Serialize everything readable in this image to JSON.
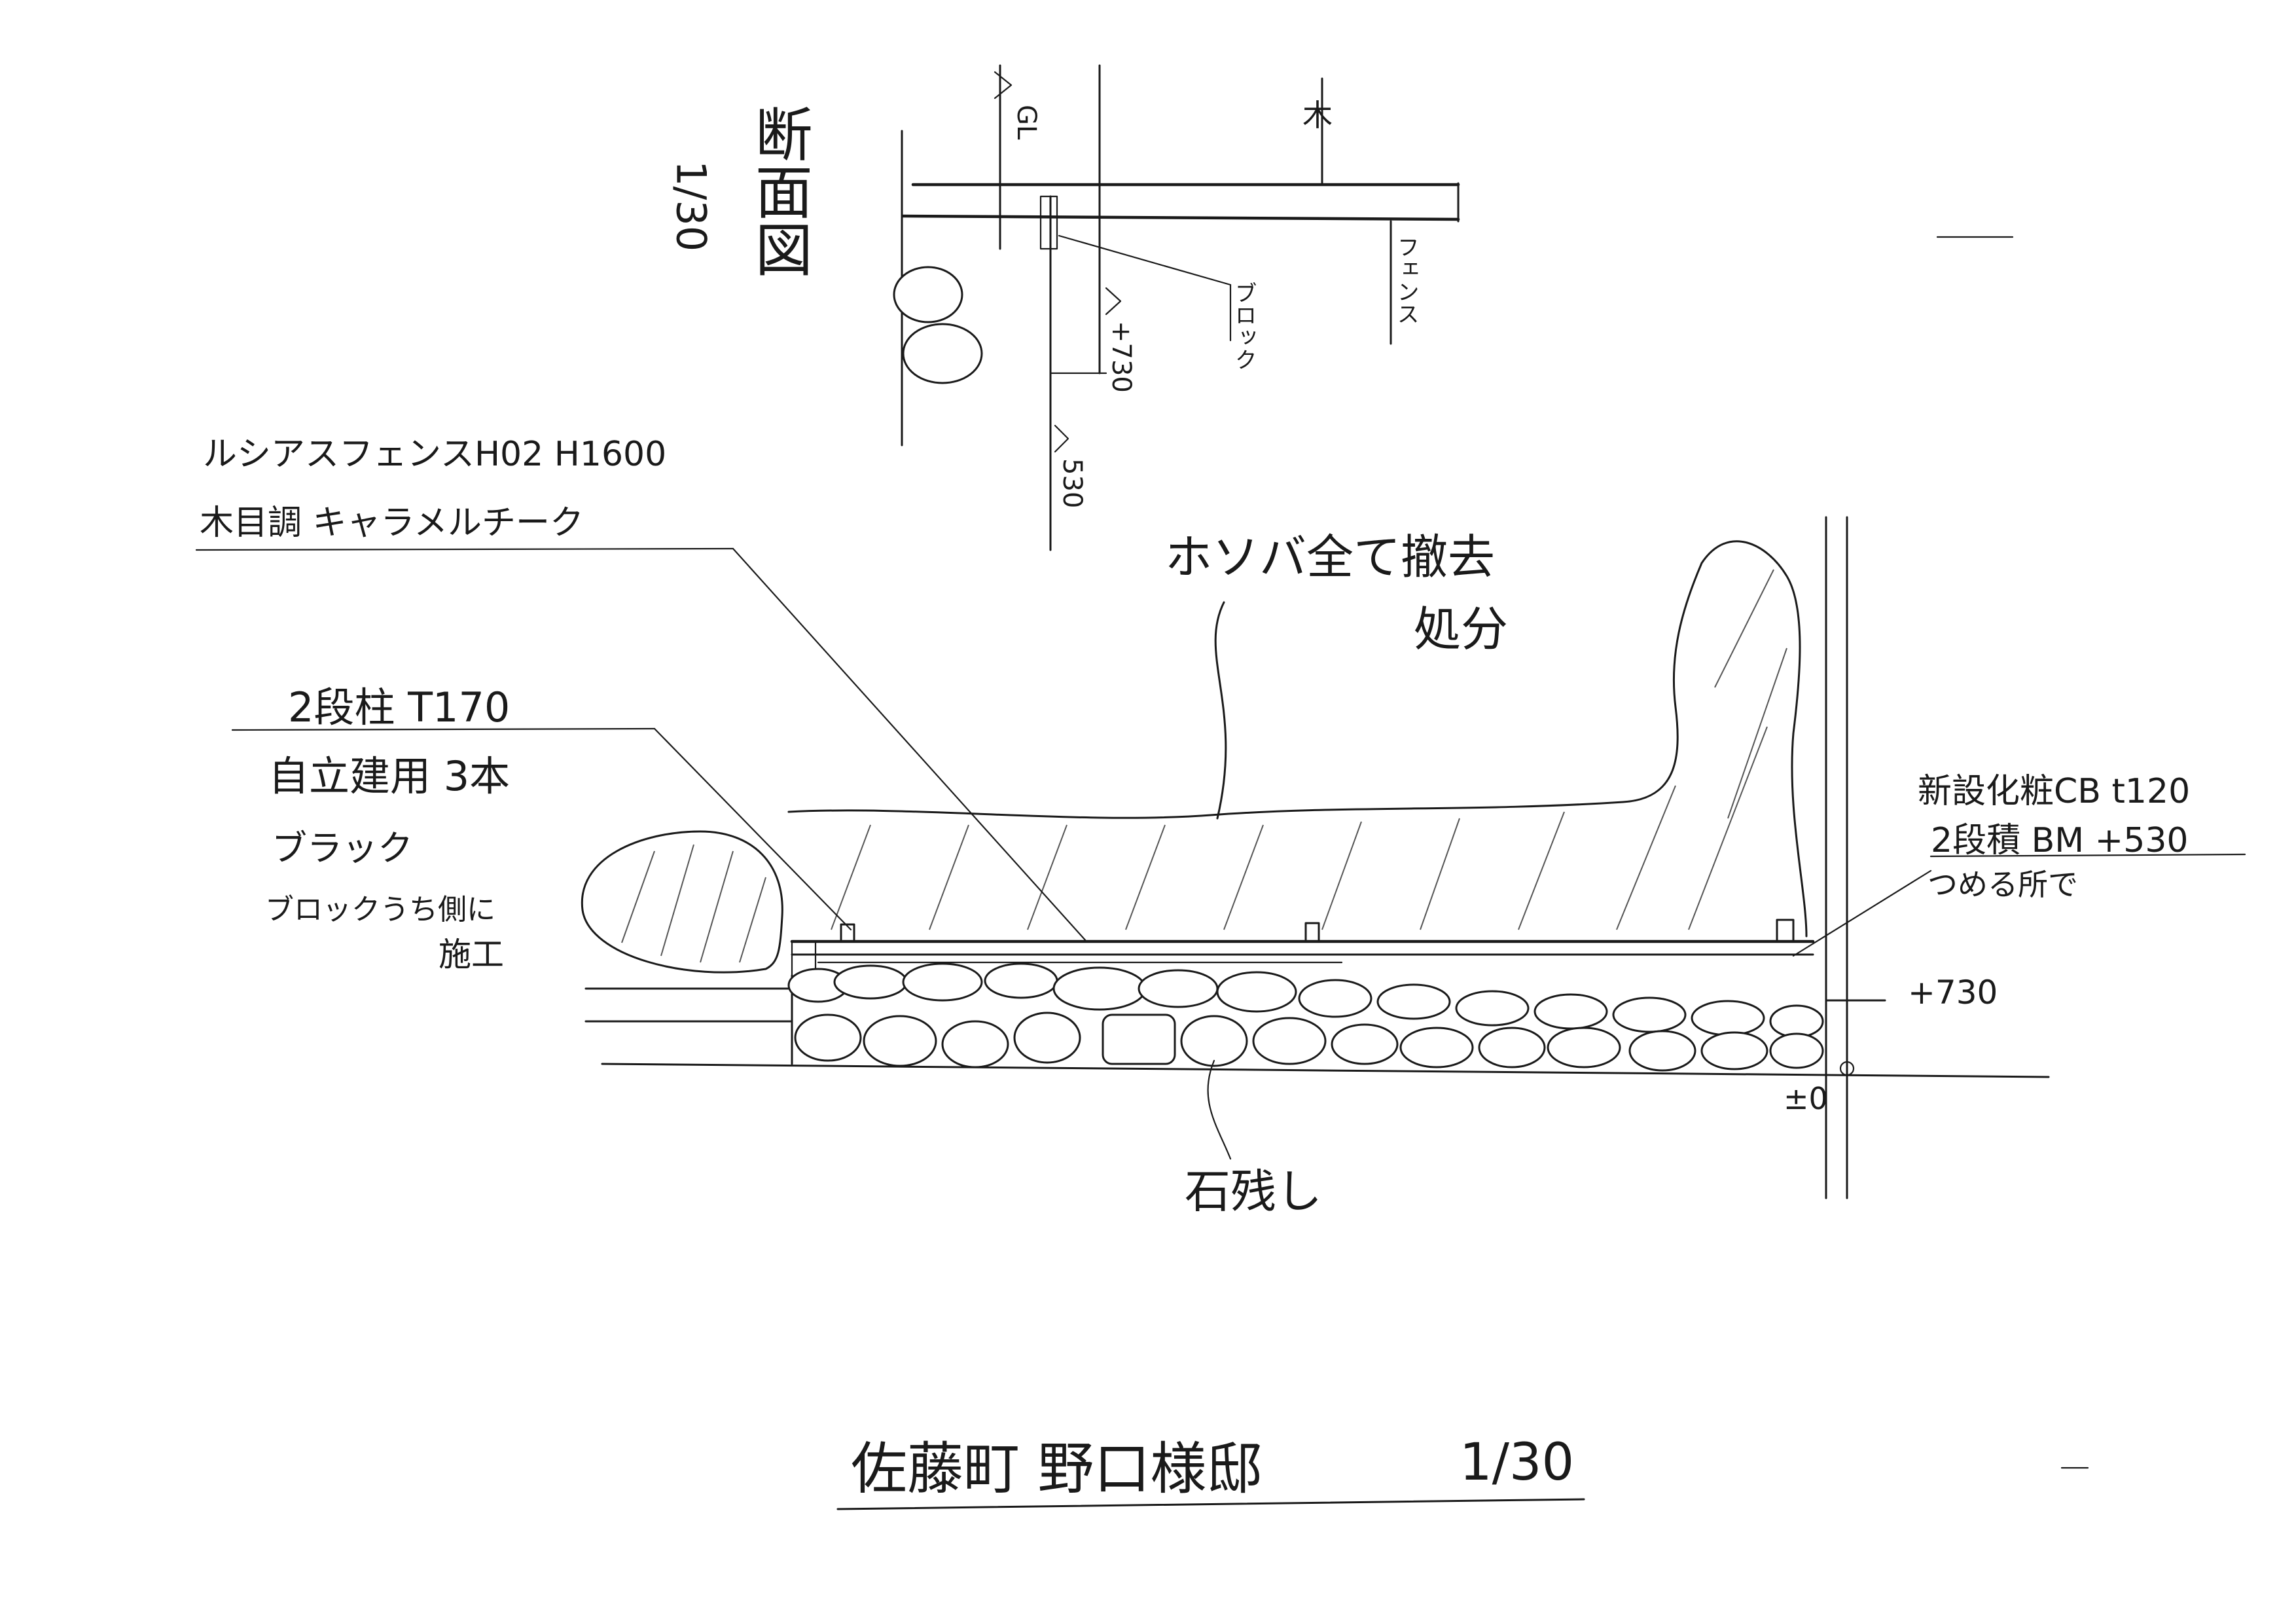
{
  "section": {
    "title": "断面図",
    "scale": "1/30",
    "labels": {
      "gl": "GL",
      "wood": "木",
      "fence": "フェンス",
      "block": "ブロック",
      "level_730": "+730",
      "level_530": "530"
    }
  },
  "elevation": {
    "fence_spec_line1": "ルシアスフェンスH02 H1600",
    "fence_spec_line2": "木目調 キャラメルチーク",
    "post_note_line1": "2段柱 T170",
    "post_note_line2": "自立建用 3本",
    "post_note_line3": "ブラック",
    "post_note_line4": "ブロックうち側に",
    "post_note_line5": "施工",
    "removal_note_line1": "ホソバ全て撤去",
    "removal_note_line2": "処分",
    "block_note_line1": "新設化粧CB t120",
    "block_note_line2": "2段積 BM +530",
    "block_note_line3": "つめる所で",
    "level_plus730": "+730",
    "level_zero": "±0",
    "stone_note": "石残し"
  },
  "footer": {
    "title": "佐藤町 野口様邸",
    "scale": "1/30"
  }
}
